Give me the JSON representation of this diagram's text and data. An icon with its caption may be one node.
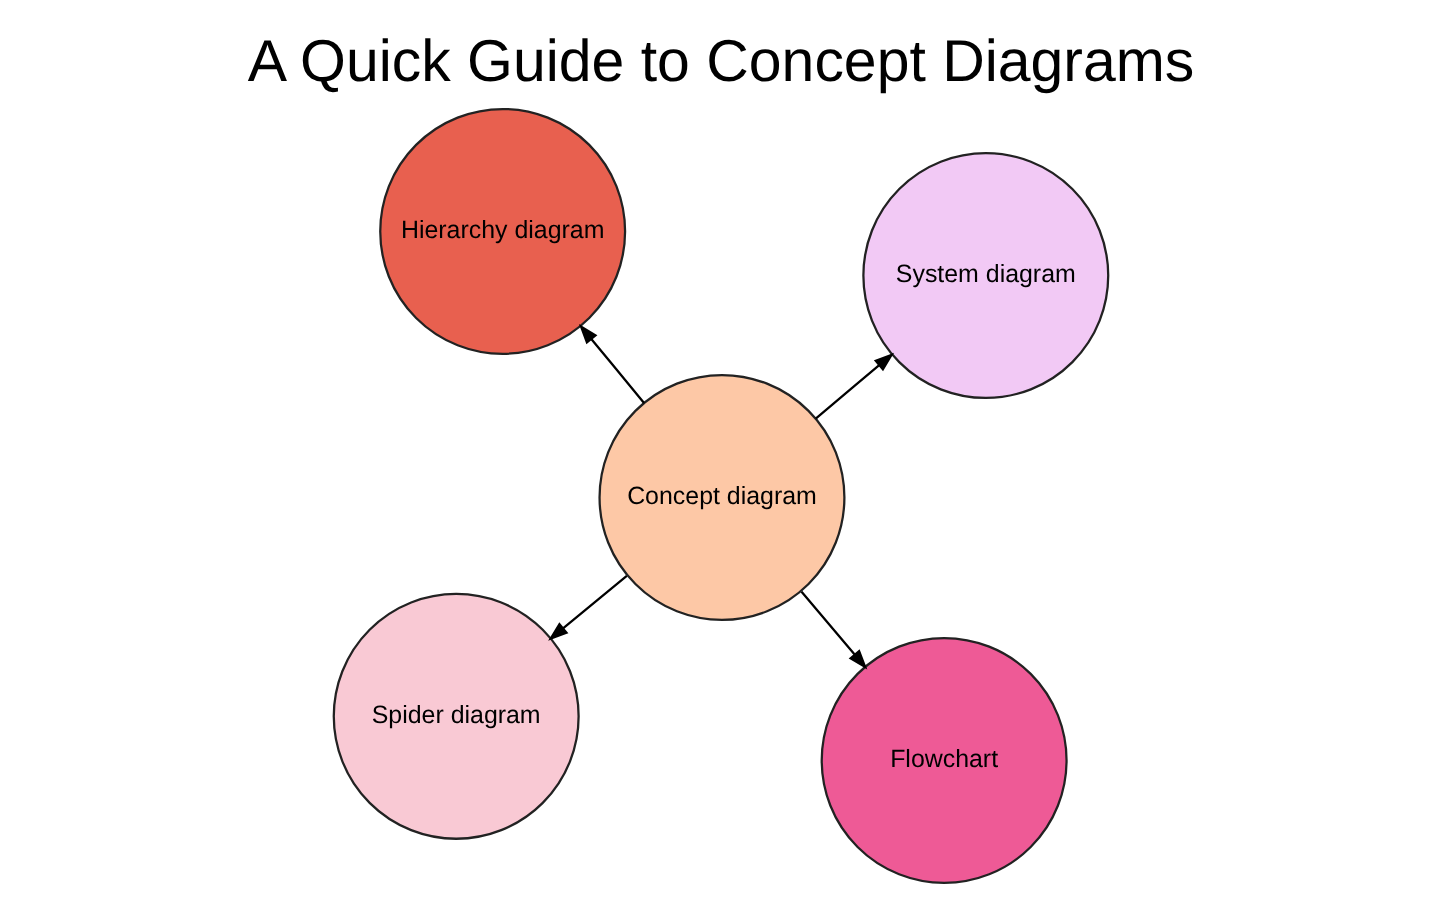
{
  "diagram": {
    "title": "A Quick Guide to Concept Diagrams",
    "nodes": [
      {
        "text": [
          "Spider diagram"
        ]
      },
      {
        "text": [
          "Flowchart"
        ]
      },
      {
        "text": [
          "Concept diagram"
        ]
      },
      {
        "text": [
          "Hierarchy diagram"
        ]
      },
      {
        "text": [
          "System diagram"
        ]
      }
    ],
    "edges": [
      {
        "from": 2,
        "to": 0,
        "arrow": "to"
      },
      {
        "from": 2,
        "to": 1,
        "arrow": "to"
      },
      {
        "from": 2,
        "to": 3,
        "arrow": "to"
      },
      {
        "from": 2,
        "to": 4,
        "arrow": "to"
      }
    ]
  }
}
